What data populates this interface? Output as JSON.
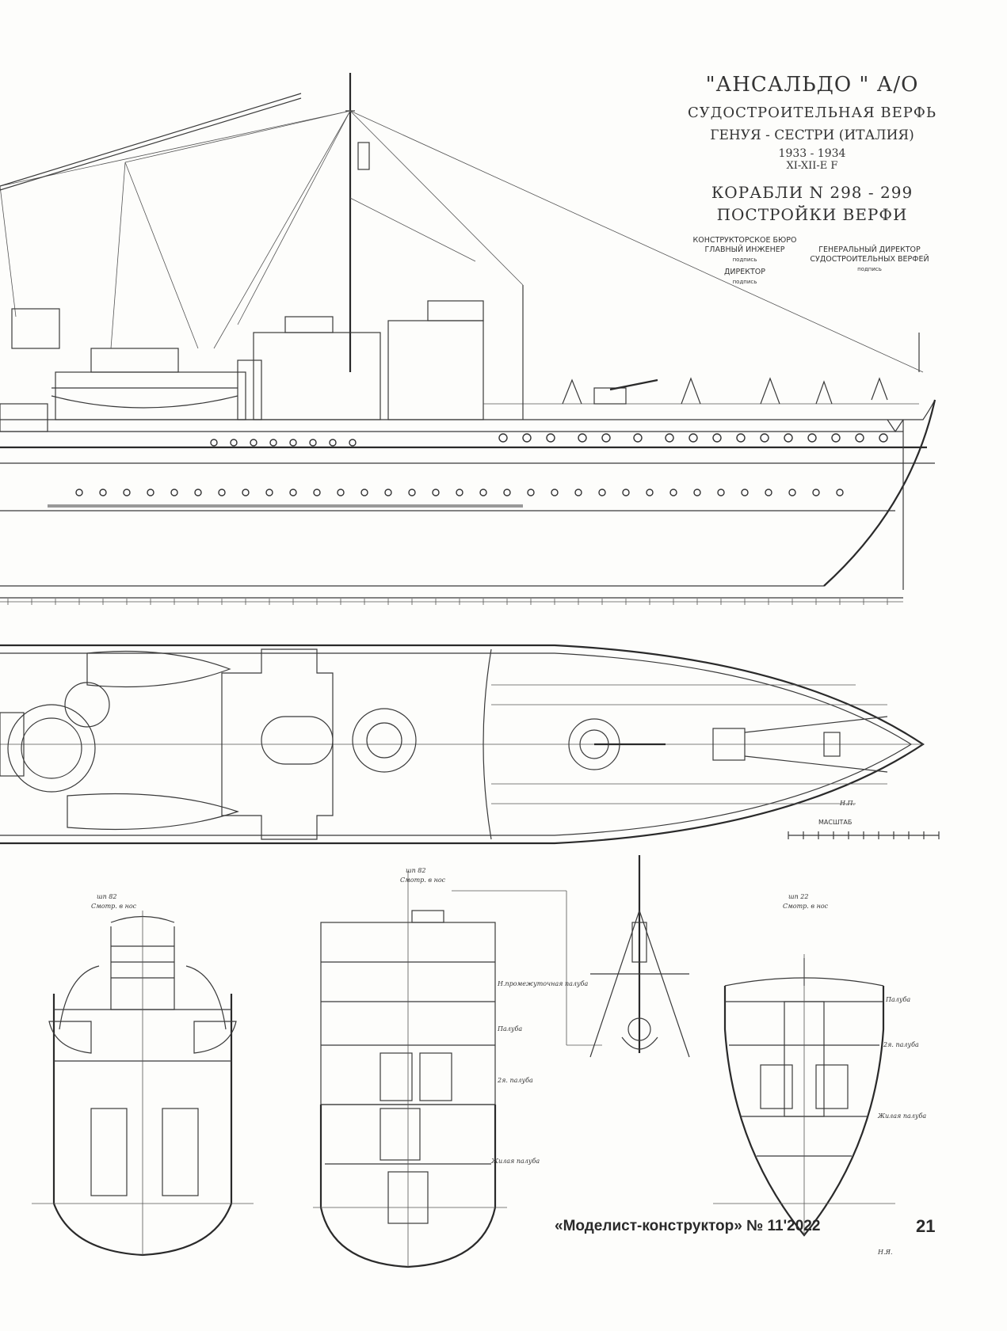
{
  "title_block": {
    "yard_name": "\"АНСАЛЬДО \" А/О",
    "subtitle": "СУДОСТРОИТЕЛЬНАЯ ВЕРФЬ",
    "location": "ГЕНУЯ - СЕСТРИ (ИТАЛИЯ)",
    "years": "1933 - 1934",
    "code": "XI-XII-E F",
    "ships": "КОРАБЛИ  N 298 - 299",
    "built_by": "ПОСТРОЙКИ ВЕРФИ"
  },
  "signatures": {
    "bureau": "КОНСТРУКТОРСКОЕ БЮРО",
    "chief_engineer": "ГЛАВНЫЙ ИНЖЕНЕР",
    "chief_engineer_sign": "подпись",
    "director": "ДИРЕКТОР",
    "director_sign": "подпись",
    "general_director": "ГЕНЕРАЛЬНЫЙ ДИРЕКТОР",
    "yards": "СУДОСТРОИТЕЛЬНЫХ ВЕРФЕЙ",
    "general_director_sign": "подпись"
  },
  "scale": {
    "label": "МАСШТАБ"
  },
  "author_mark_plan": "Н.П.",
  "author_mark_section": "Н.Я.",
  "sections": {
    "left_frame": "шп 82",
    "left_view": "Смотр. в нос",
    "middle_frame": "шп 82",
    "middle_view": "Смотр. в нос",
    "right_frame": "шп 22",
    "right_view": "Смотр. в нос"
  },
  "deck_labels": {
    "mid_upper": "Н.промежуточная палуба",
    "mid_deck": "Палуба",
    "mid_second": "2я. палуба",
    "mid_living": "Жилая палуба",
    "right_deck": "Палуба",
    "right_second": "2я. палуба",
    "right_living": "Жилая палуба"
  },
  "footer": {
    "magazine": "«Моделист-конструктор» № 11'2022",
    "page_number": "21"
  }
}
